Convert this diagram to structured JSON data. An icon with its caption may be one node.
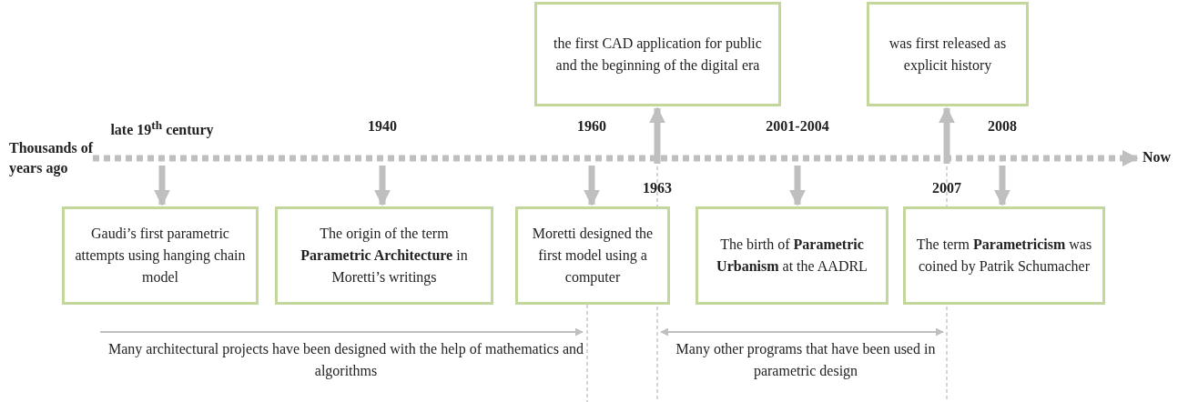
{
  "diagram": {
    "nodes": [
      {
        "text": [
          "Thousands of years ago"
        ]
      },
      {
        "text": [
          "Now"
        ]
      },
      {
        "text": [
          "the first CAD application for public and the beginning of the digital era"
        ]
      },
      {
        "text": [
          "was first released as explicit history"
        ]
      },
      {
        "text": [
          "Gaudi’s first parametric attempts using hanging chain model"
        ]
      },
      {
        "text": [
          "The origin of the term **Parametric Architecture** in Moretti’s writings"
        ]
      },
      {
        "text": [
          "Moretti designed the first model using a computer"
        ]
      },
      {
        "text": [
          "The birth of **Parametric Urbanism** at the AADRL"
        ]
      },
      {
        "text": [
          "The term **Parametricism** was coined by Patrik Schumacher"
        ]
      }
    ],
    "edges": [
      {
        "from": 0,
        "to": 1,
        "arrow": "to",
        "style": "dashed"
      },
      {
        "from": null,
        "to": 2,
        "arrow": "to"
      },
      {
        "from": null,
        "to": 3,
        "arrow": "to"
      },
      {
        "from": null,
        "to": 4,
        "arrow": "to"
      },
      {
        "from": null,
        "to": 5,
        "arrow": "to"
      },
      {
        "from": null,
        "to": 6,
        "arrow": "to"
      },
      {
        "from": null,
        "to": 7,
        "arrow": "to"
      },
      {
        "from": null,
        "to": 8,
        "arrow": "to"
      }
    ],
    "labels": [
      "late 19$^{th}$ century",
      "1940",
      "1960",
      "2001-2004",
      "2008",
      "1963",
      "2007",
      "Many architectural projects have been designed with the help of mathematics and algorithms",
      "Many other programs that have been used in parametric design"
    ]
  }
}
